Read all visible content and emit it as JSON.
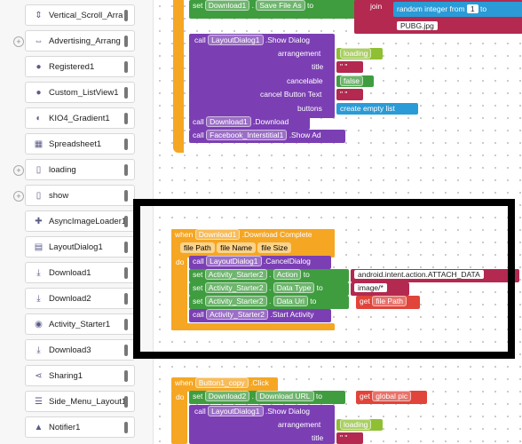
{
  "sidebar": {
    "items": [
      {
        "label": "Vertical_Scroll_Arra",
        "icon": "vertical-arrangement-icon",
        "expandable": false
      },
      {
        "label": "Advertising_Arrang",
        "icon": "horizontal-arrangement-icon",
        "expandable": true
      },
      {
        "label": "Registered1",
        "icon": "firebase-icon",
        "expandable": false
      },
      {
        "label": "Custom_ListView1",
        "icon": "extension-icon",
        "expandable": false
      },
      {
        "label": "KIO4_Gradient1",
        "icon": "gradient-icon",
        "expandable": false
      },
      {
        "label": "Spreadsheet1",
        "icon": "spreadsheet-icon",
        "expandable": false
      },
      {
        "label": "loading",
        "icon": "arrangement-icon",
        "expandable": true
      },
      {
        "label": "show",
        "icon": "arrangement-icon",
        "expandable": true
      },
      {
        "label": "AsyncImageLoader1",
        "icon": "puzzle-icon",
        "expandable": false
      },
      {
        "label": "LayoutDialog1",
        "icon": "dialog-icon",
        "expandable": false
      },
      {
        "label": "Download1",
        "icon": "download-icon",
        "expandable": false
      },
      {
        "label": "Download2",
        "icon": "download-icon",
        "expandable": false
      },
      {
        "label": "Activity_Starter1",
        "icon": "activity-starter-icon",
        "expandable": false
      },
      {
        "label": "Download3",
        "icon": "download-icon",
        "expandable": false
      },
      {
        "label": "Sharing1",
        "icon": "share-icon",
        "expandable": false
      },
      {
        "label": "Side_Menu_Layout1",
        "icon": "side-menu-icon",
        "expandable": false
      },
      {
        "label": "Notifier1",
        "icon": "bell-icon",
        "expandable": false
      }
    ]
  },
  "top_group": {
    "set_line": {
      "set": "set",
      "component": "Download1",
      "prop": "Save File As",
      "to": "to",
      "join": "join",
      "random": "random integer from",
      "from": "1",
      "to2": "to"
    },
    "pubg": "PUBG.jpg",
    "show_dialog": {
      "call": "call",
      "component": "LayoutDialog1",
      "method": ".Show Dialog"
    },
    "arrangement": {
      "label": "arrangement",
      "value": "loading"
    },
    "title": {
      "label": "title",
      "value": "\" \""
    },
    "cancelable": {
      "label": "cancelable",
      "value": "false"
    },
    "cancel_text": {
      "label": "cancel Button Text",
      "value": "\" \""
    },
    "buttons": {
      "label": "buttons",
      "value": "create empty list"
    },
    "call_download": {
      "call": "call",
      "component": "Download1",
      "method": ".Download"
    },
    "call_fb": {
      "call": "call",
      "component": "Facebook_Interstitial1",
      "method": ".Show Ad"
    }
  },
  "event_group": {
    "when": "when",
    "component": "Download1",
    "event": ".Download Complete",
    "params": [
      "file Path",
      "file Name",
      "file Size"
    ],
    "do": "do",
    "cancel": {
      "call": "call",
      "component": "LayoutDialog1",
      "method": ".CancelDialog"
    },
    "action": {
      "set": "set",
      "component": "Activity_Starter2",
      "prop": "Action",
      "to": "to",
      "value": "android.intent.action.ATTACH_DATA"
    },
    "datatype": {
      "set": "set",
      "component": "Activity_Starter2",
      "prop": "Data Type",
      "to": "to",
      "value": "image/*"
    },
    "datauri": {
      "set": "set",
      "component": "Activity_Starter2",
      "prop": "Data Uri",
      "to": "to",
      "get": "get",
      "value": "file Path"
    },
    "start": {
      "call": "call",
      "component": "Activity_Starter2",
      "method": ".Start Activity"
    }
  },
  "bottom_group": {
    "when": "when",
    "component": "Button1_copy",
    "event": ".Click",
    "do": "do",
    "set_line": {
      "set": "set",
      "component": "Download2",
      "prop": "Download URL",
      "to": "to",
      "get": "get",
      "value": "global pic"
    },
    "show_dialog": {
      "call": "call",
      "component": "LayoutDialog1",
      "method": ".Show Dialog"
    },
    "arrangement": {
      "label": "arrangement",
      "value": "loading"
    },
    "title": {
      "label": "title",
      "value": "\" \""
    }
  },
  "colors": {
    "event": "#f5a623",
    "component": "#7b3fb3",
    "setter": "#3f9d3f",
    "text": "#b3294f",
    "overlay": "#000000"
  }
}
